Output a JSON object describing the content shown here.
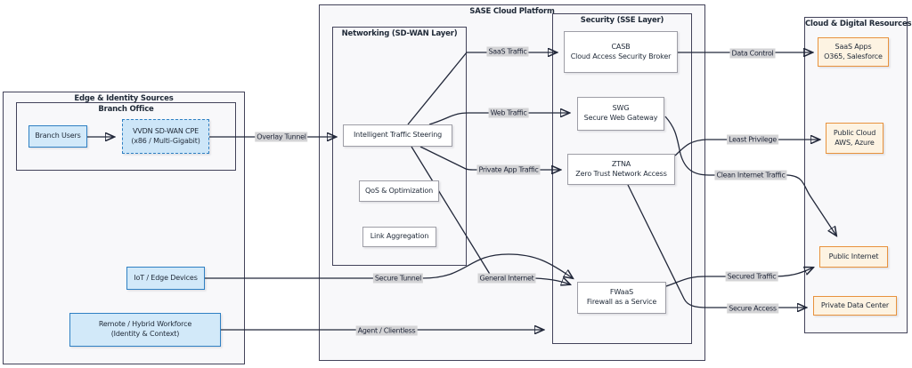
{
  "diagram": {
    "containers": {
      "edge_identity": {
        "title": "Edge & Identity Sources"
      },
      "branch_office": {
        "title": "Branch Office"
      },
      "sase": {
        "title": "SASE Cloud Platform"
      },
      "networking": {
        "title": "Networking (SD-WAN Layer)"
      },
      "security": {
        "title": "Security (SSE Layer)"
      },
      "cloud": {
        "title": "Cloud & Digital Resources"
      }
    },
    "nodes": {
      "branch_users": {
        "title": "Branch Users"
      },
      "vvdn_cpe": {
        "title": "VVDN SD-WAN CPE",
        "subtitle": "(x86 / Multi-Gigabit)"
      },
      "iot_devices": {
        "title": "IoT / Edge Devices"
      },
      "remote_workforce": {
        "title": "Remote / Hybrid Workforce",
        "subtitle": "(Identity & Context)"
      },
      "traffic_steering": {
        "title": "Intelligent Traffic Steering"
      },
      "qos": {
        "title": "QoS & Optimization"
      },
      "link_aggregation": {
        "title": "Link Aggregation"
      },
      "casb": {
        "title": "CASB",
        "subtitle": "Cloud Access Security Broker"
      },
      "swg": {
        "title": "SWG",
        "subtitle": "Secure Web Gateway"
      },
      "ztna": {
        "title": "ZTNA",
        "subtitle": "Zero Trust Network Access"
      },
      "fwaas": {
        "title": "FWaaS",
        "subtitle": "Firewall as a Service"
      },
      "saas_apps": {
        "title": "SaaS Apps",
        "subtitle": "O365, Salesforce"
      },
      "public_cloud": {
        "title": "Public Cloud",
        "subtitle": "AWS, Azure"
      },
      "public_internet": {
        "title": "Public Internet"
      },
      "private_datacenter": {
        "title": "Private Data Center"
      }
    },
    "edge_labels": {
      "overlay_tunnel": "Overlay Tunnel",
      "saas_traffic": "SaaS Traffic",
      "web_traffic": "Web Traffic",
      "private_app_traffic": "Private App Traffic",
      "secure_tunnel": "Secure Tunnel",
      "general_internet": "General Internet",
      "agent_clientless": "Agent / Clientless",
      "data_control": "Data Control",
      "least_privilege": "Least Privilege",
      "clean_internet_traffic": "Clean Internet Traffic",
      "secured_traffic": "Secured Traffic",
      "secure_access": "Secure Access"
    },
    "colors": {
      "edge_line": "#22283a",
      "container_border": "#43435a",
      "container_fill": "#f8f8fa",
      "node_border": "#9e9ea6",
      "node_fill": "#ffffff",
      "blue_border": "#2f80c3",
      "blue_fill": "#d2e9f9",
      "orange_border": "#e8923d",
      "orange_fill": "#fdf3e2",
      "edge_label_bg": "#d4d4d6",
      "text": "#1f2937"
    }
  }
}
